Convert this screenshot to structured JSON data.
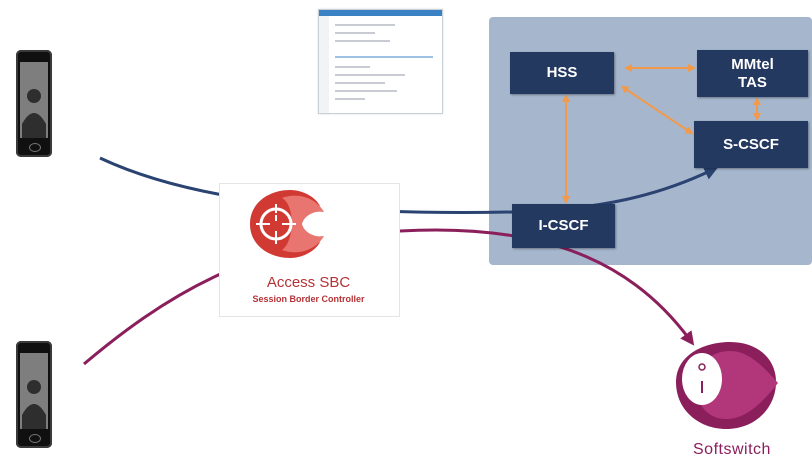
{
  "core_network": {
    "nodes": {
      "hss": "HSS",
      "mmtel_line1": "MMtel",
      "mmtel_line2": "TAS",
      "scscf": "S-CSCF",
      "icscf": "I-CSCF"
    }
  },
  "access_sbc": {
    "title": "Access SBC",
    "subtitle": "Session Border Controller"
  },
  "softswitch": {
    "label": "Softswitch"
  },
  "colors": {
    "core_panel": "#a5b6cd",
    "node_fill": "#24395f",
    "link_orange": "#f29a4a",
    "call_path_blue": "#2a4371",
    "call_path_purple": "#8a1f5c",
    "sbc_red": "#d13a33"
  },
  "icons": [
    "smartphone-icon",
    "smartphone-icon",
    "sbc-lock-icon",
    "softswitch-icon",
    "screenshot-thumbnail"
  ]
}
